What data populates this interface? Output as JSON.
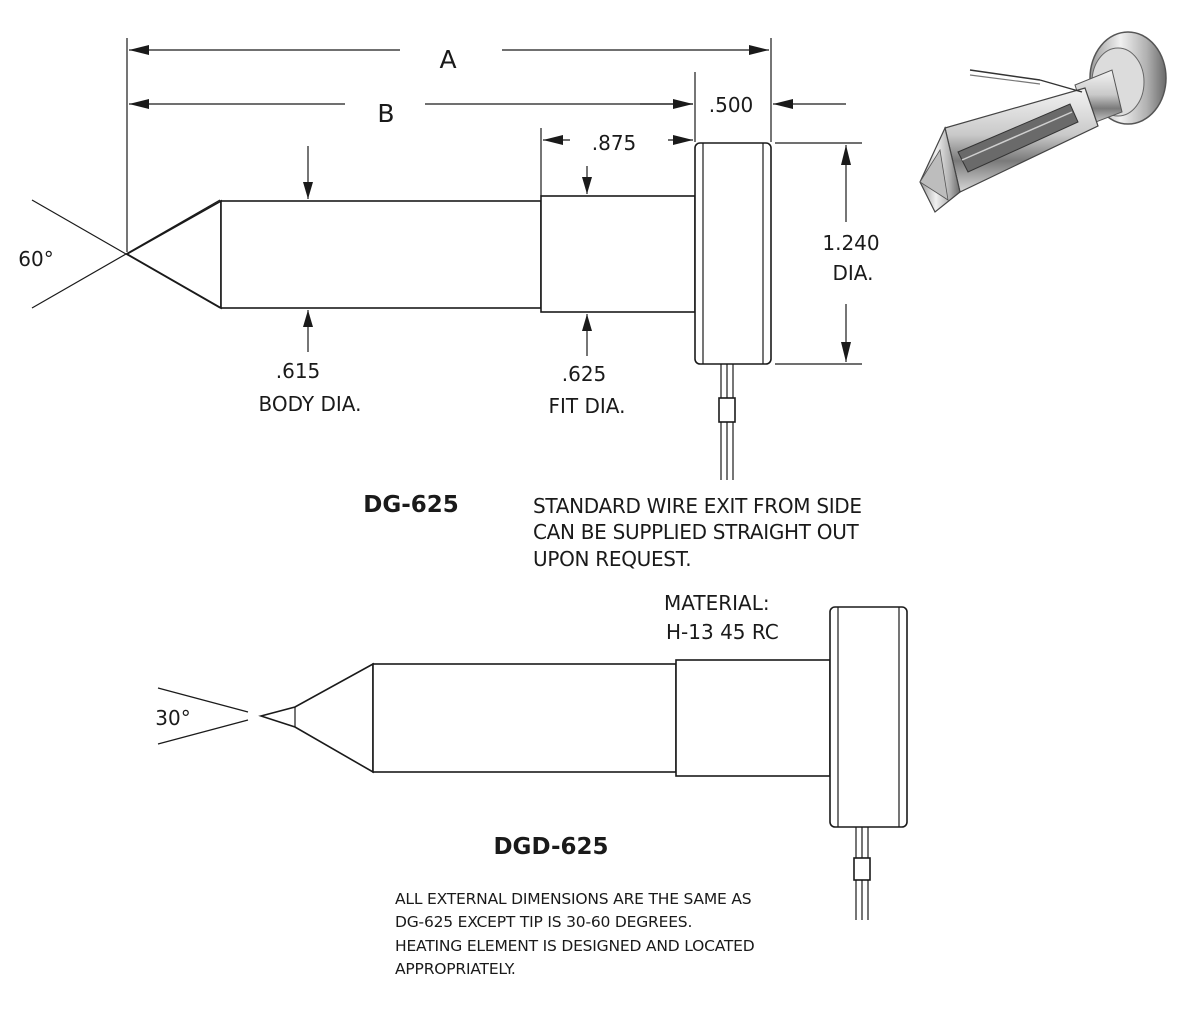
{
  "dg625": {
    "model": "DG-625",
    "tip_angle": "60°",
    "dim_a": "A",
    "dim_b": "B",
    "dim_head_length": ".500",
    "dim_fit_length": ".875",
    "head_dia_value": "1.240",
    "head_dia_unit": "DIA.",
    "body_dia_value": ".615",
    "body_dia_label": "BODY DIA.",
    "fit_dia_value": ".625",
    "fit_dia_label": "FIT DIA.",
    "wire_note": [
      "STANDARD WIRE EXIT FROM SIDE",
      "CAN BE SUPPLIED STRAIGHT OUT",
      "UPON REQUEST."
    ]
  },
  "material": {
    "label": "MATERIAL:",
    "value": "H-13  45 RC"
  },
  "dgd625": {
    "model": "DGD-625",
    "tip_angle": "30°",
    "note": [
      "ALL EXTERNAL DIMENSIONS ARE THE SAME AS",
      "DG-625 EXCEPT TIP IS 30-60 DEGREES.",
      "HEATING ELEMENT IS DESIGNED AND LOCATED",
      "APPROPRIATELY."
    ]
  },
  "colors": {
    "line": "#1a1a1a",
    "background": "#ffffff",
    "metal_light": "#e6e6e6",
    "metal_dark": "#5a5a5a"
  }
}
